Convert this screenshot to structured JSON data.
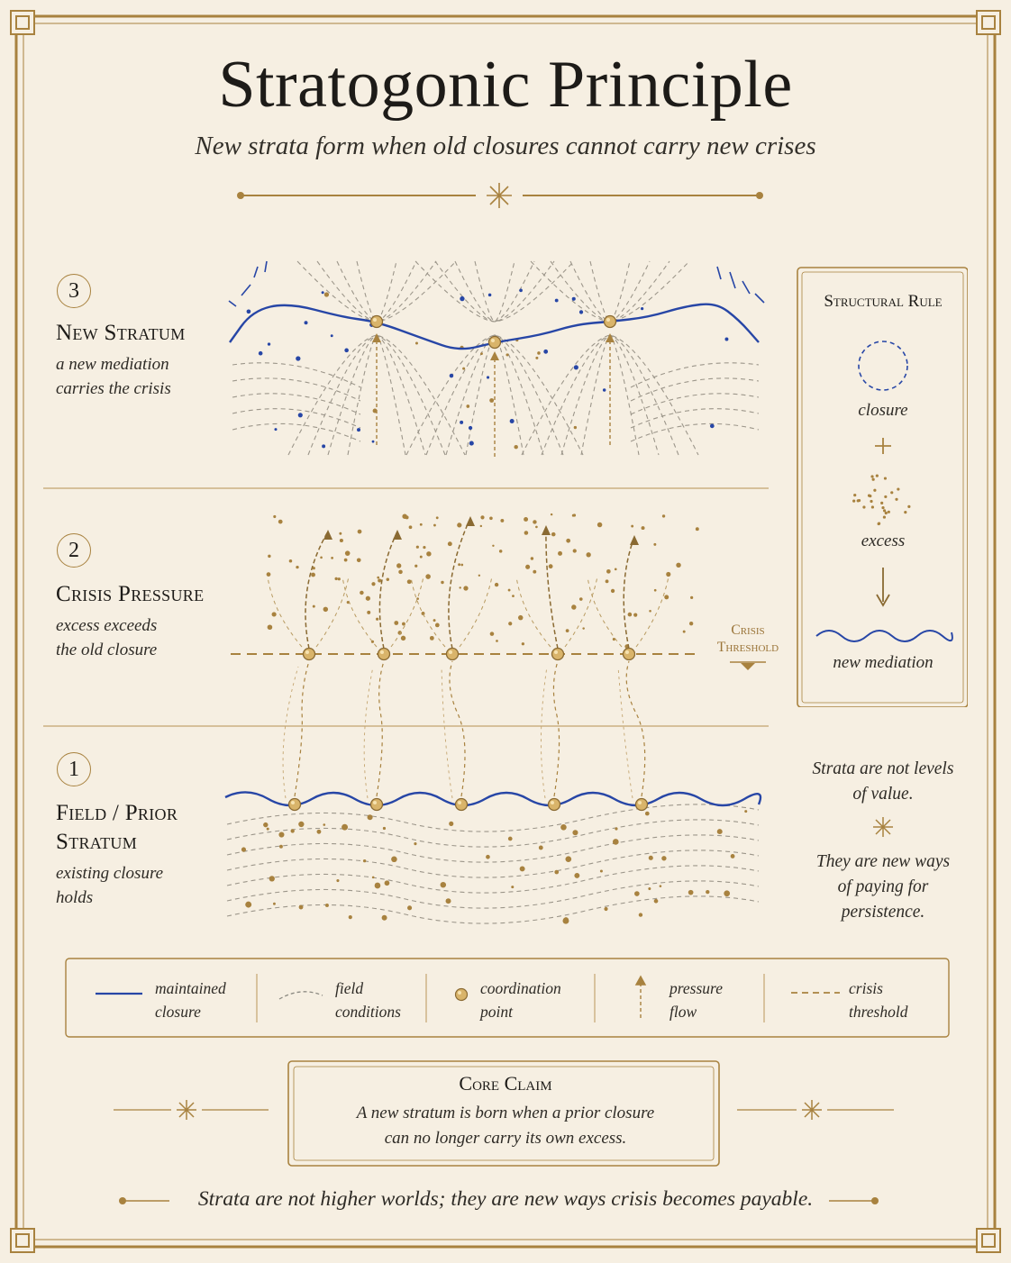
{
  "title": "Stratogonic Principle",
  "subtitle": "New strata form when old closures cannot carry new crises",
  "colors": {
    "background": "#f6efe2",
    "gold": "#a8823f",
    "blue": "#2746a6",
    "text": "#1d1b18"
  },
  "stages": [
    {
      "number": "3",
      "title": "New Stratum",
      "desc_line1": "a new mediation",
      "desc_line2": "carries the crisis"
    },
    {
      "number": "2",
      "title": "Crisis Pressure",
      "desc_line1": "excess exceeds",
      "desc_line2": "the old closure"
    },
    {
      "number": "1",
      "title_line1": "Field / Prior",
      "title_line2": "Stratum",
      "desc_line1": "existing closure",
      "desc_line2": "holds"
    }
  ],
  "crisis_threshold": {
    "line1": "Crisis",
    "line2": "Threshold"
  },
  "structural_rule": {
    "title": "Structural Rule",
    "closure": "closure",
    "plus": "+",
    "excess": "excess",
    "arrow": "down-arrow-icon",
    "new_mediation": "new mediation"
  },
  "side_note": {
    "line1": "Strata are not levels",
    "line2": "of value.",
    "line3": "They are new ways",
    "line4": "of paying for",
    "line5": "persistence."
  },
  "legend": [
    {
      "icon": "blue-solid-line",
      "line1": "maintained",
      "line2": "closure"
    },
    {
      "icon": "gold-dashed-curve",
      "line1": "field",
      "line2": "conditions"
    },
    {
      "icon": "gold-dot",
      "line1": "coordination",
      "line2": "point"
    },
    {
      "icon": "up-arrow",
      "line1": "pressure",
      "line2": "flow"
    },
    {
      "icon": "dashed-line",
      "line1": "crisis",
      "line2": "threshold"
    }
  ],
  "core_claim": {
    "title": "Core Claim",
    "line1": "A new stratum is born when a prior closure",
    "line2": "can no longer carry its own excess."
  },
  "footer": "Strata are not higher worlds; they are new ways crisis becomes payable."
}
